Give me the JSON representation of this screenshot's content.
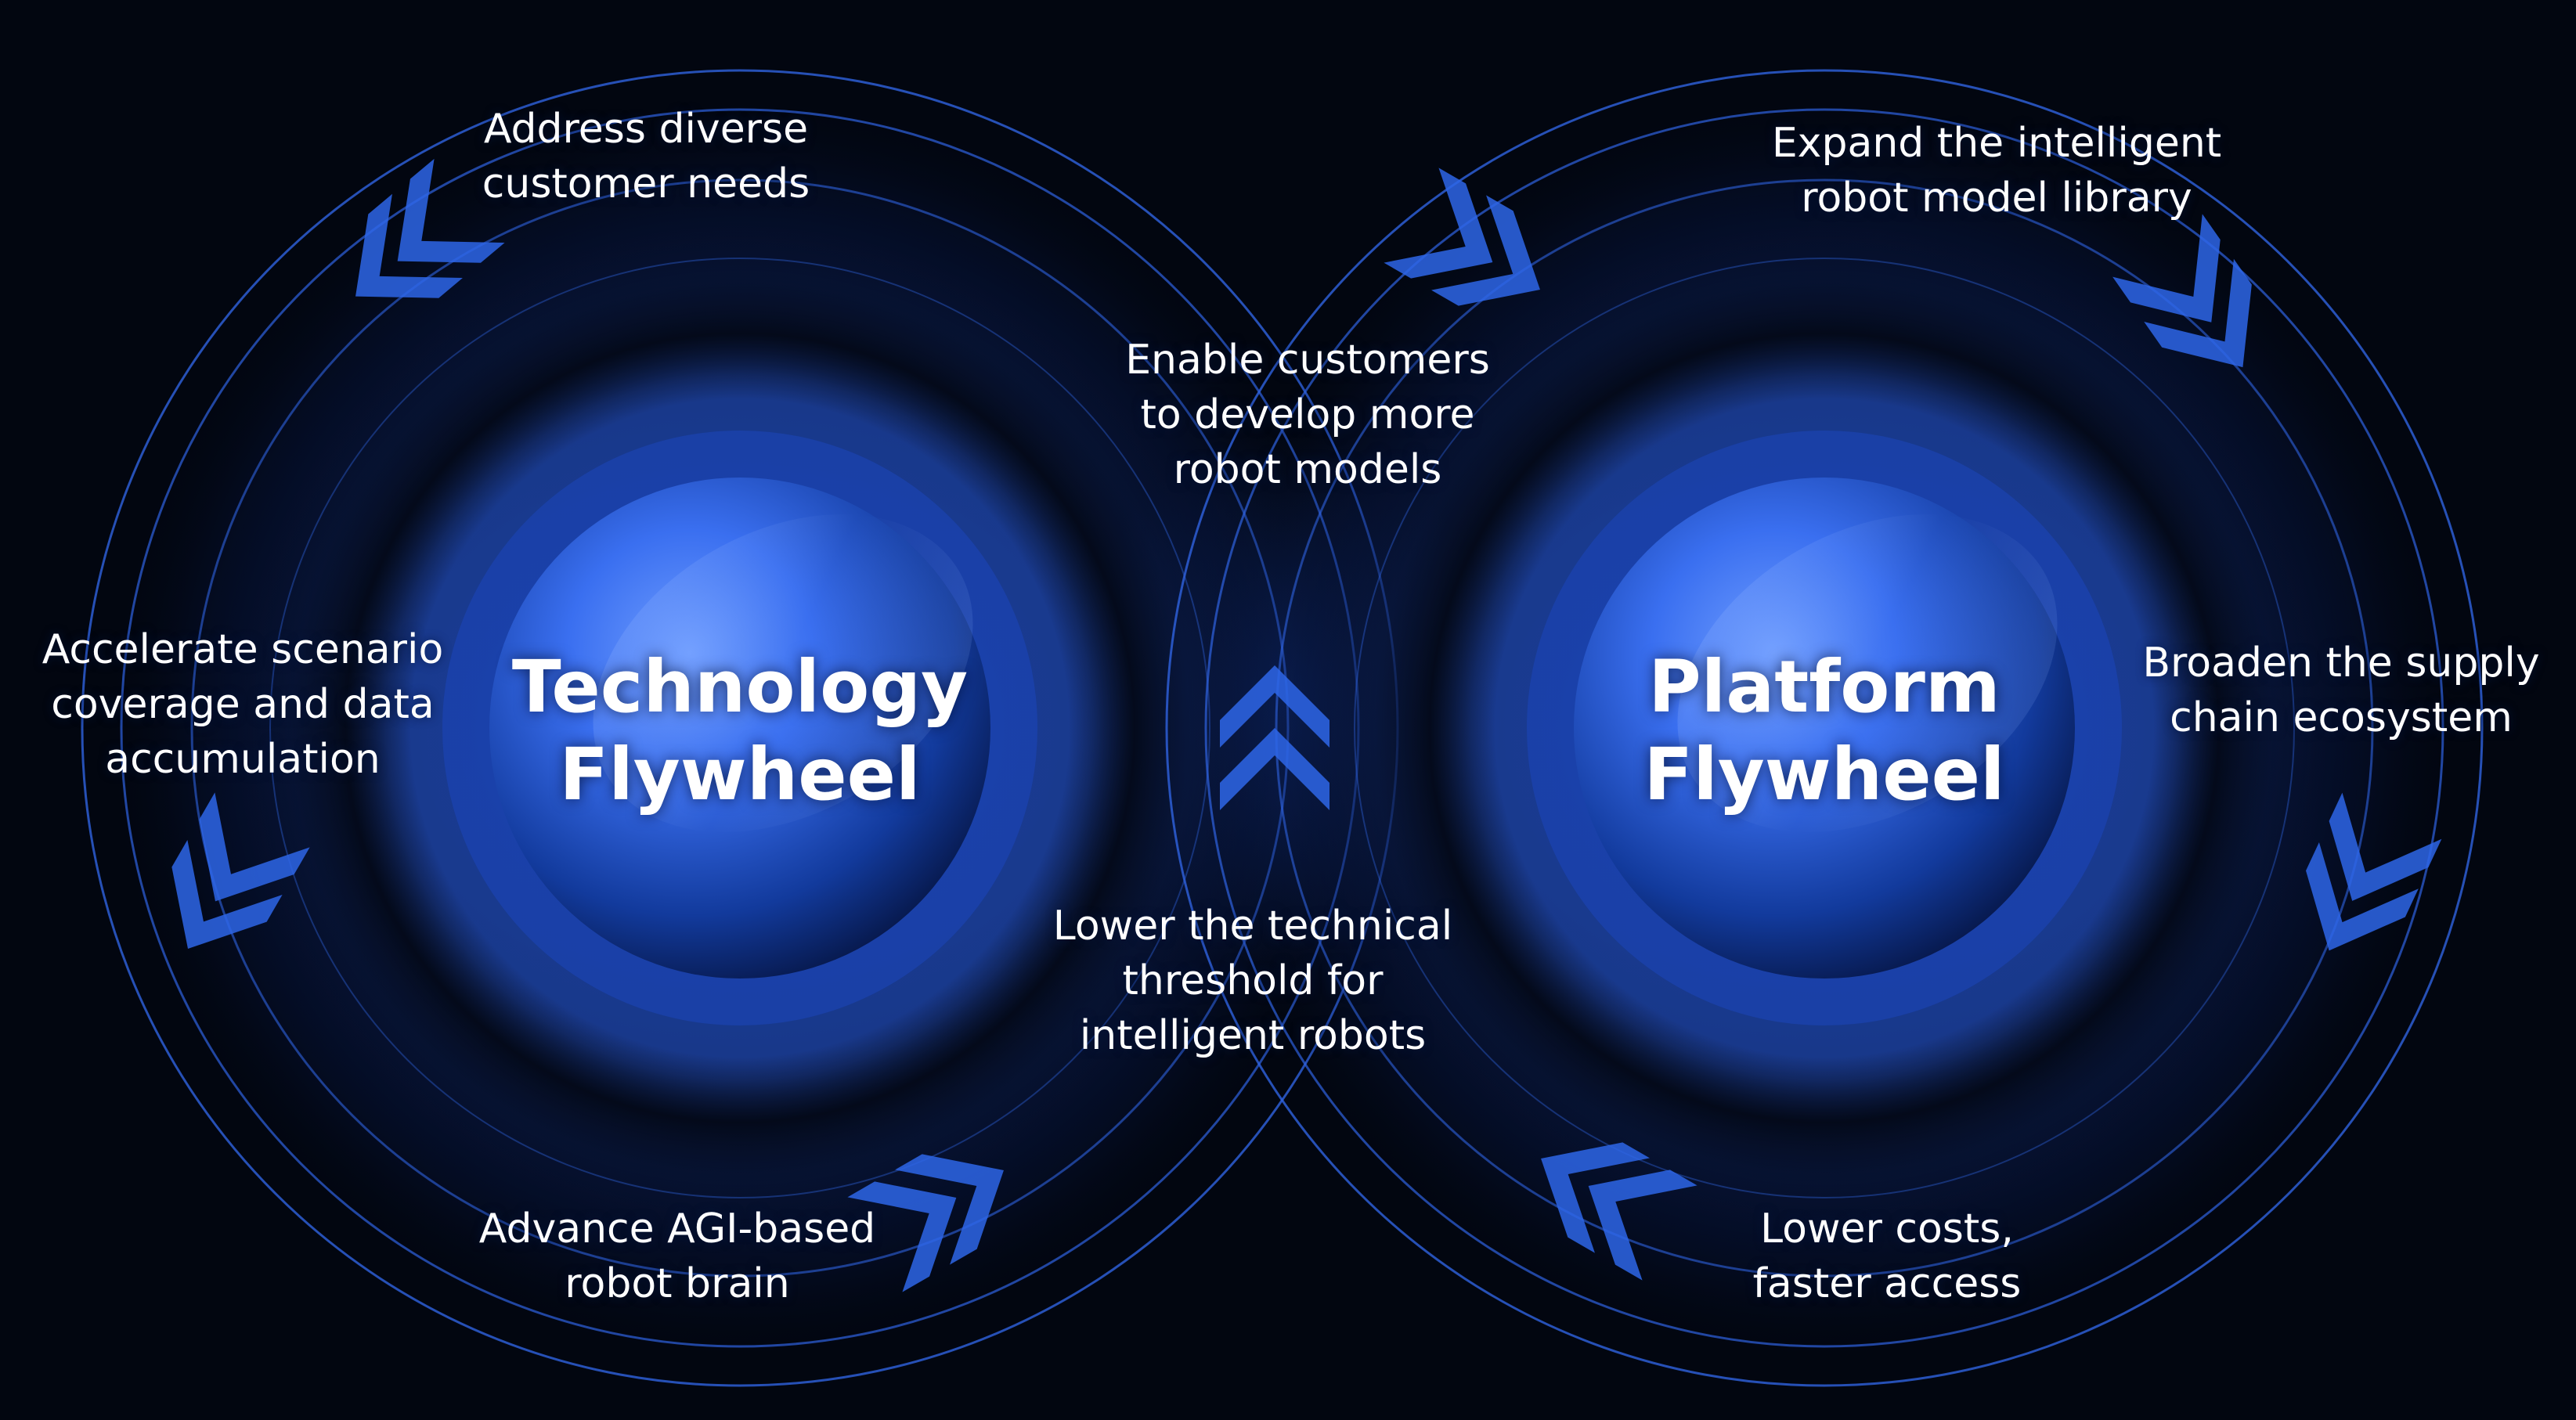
{
  "flywheels": {
    "technology": {
      "title": "Technology\nFlywheel"
    },
    "platform": {
      "title": "Platform\nFlywheel"
    }
  },
  "labels": {
    "address_needs": "Address diverse\ncustomer needs",
    "accelerate_coverage": "Accelerate scenario\ncoverage and data\naccumulation",
    "advance_agi": "Advance AGI-based\nrobot brain",
    "enable_customers": "Enable customers\nto develop more\nrobot models",
    "lower_threshold": "Lower the technical\nthreshold for\nintelligent robots",
    "expand_library": "Expand the intelligent\nrobot model library",
    "broaden_supply": "Broaden the supply\nchain ecosystem",
    "lower_costs": "Lower costs,\nfaster access"
  },
  "colors": {
    "background": "#020610",
    "ring": "#2f63e0",
    "glow": "#1f4fd6",
    "arrow": "#2e66e8",
    "sphere_light": "#4d86ff",
    "sphere_dark": "#071b5c",
    "text": "#ffffff"
  }
}
